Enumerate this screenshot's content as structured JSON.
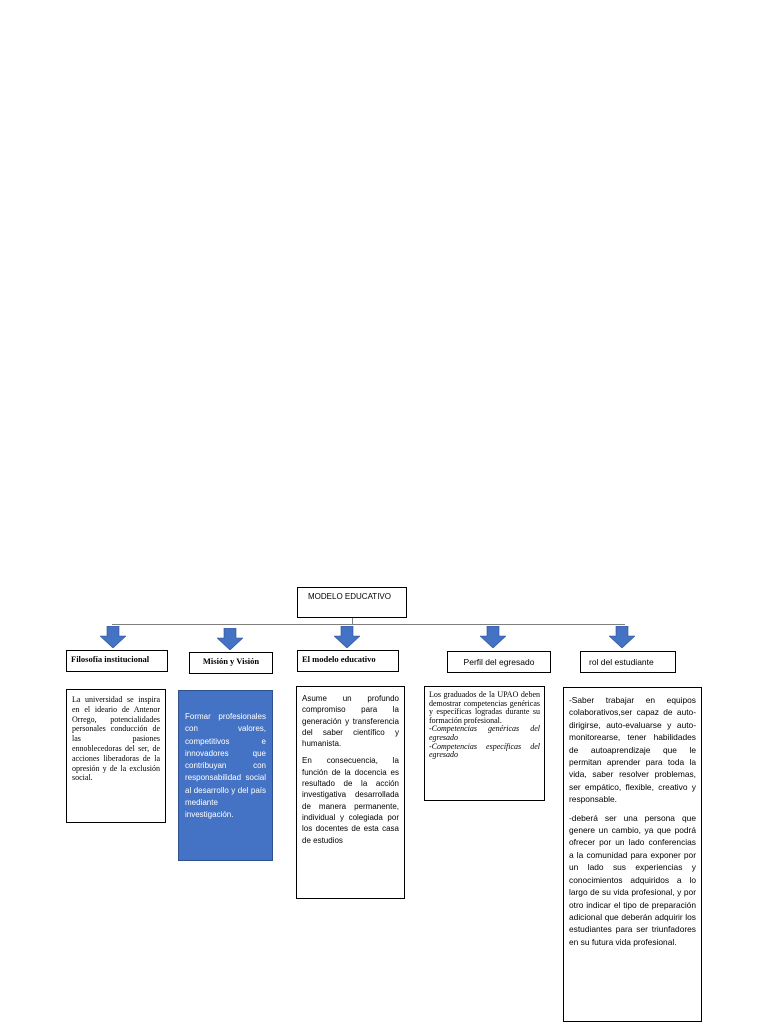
{
  "title": "MODELO EDUCATIVO",
  "columns": [
    {
      "heading": "Filosofía institucional",
      "paragraphs": [
        "La universidad se inspira en el ideario de Antenor Orrego, potencialidades personales conducción de las pasiones ennoblecedoras del ser, de acciones liberadoras de la opresión y de la exclusión social."
      ]
    },
    {
      "heading": "Misión y Visión",
      "paragraphs": [
        "Formar profesionales con valores, competitivos e innovadores que contribuyan con responsabilidad social al desarrollo y del país mediante investigación."
      ]
    },
    {
      "heading": "El modelo educativo",
      "paragraphs": [
        "Asume un profundo compromiso para la generación y transferencia del saber científico y humanista.",
        "En consecuencia, la función de la docencia es resultado de la acción investigativa desarrollada de manera permanente, individual y colegiada por los docentes de esta casa de estudios"
      ]
    },
    {
      "heading": "Perfil del egresado",
      "paragraphs": [
        "Los graduados de la UPAO deben demostrar competencias genéricas y específicas logradas durante su formación profesional."
      ],
      "items": [
        "-Competencias genéricas del egresado",
        "-Competencias específicas del egresado"
      ]
    },
    {
      "heading": "rol del estudiante",
      "paragraphs": [
        "-Saber trabajar en equipos colaborativos,ser capaz de auto-dirigirse, auto-evaluarse y auto-monitorearse, tener habilidades de autoaprendizaje que le permitan aprender para toda la vida, saber resolver problemas, ser empático, flexible, creativo y responsable.",
        "-deberá ser una persona que genere un cambio, ya que podrá ofrecer por un lado conferencias a la comunidad para exponer por un lado sus experiencias y conocimientos adquiridos a lo largo de su vida profesional, y por otro indicar el tipo de preparación adicional que deberán adquirir los estudiantes para ser triunfadores en su futura vida profesional."
      ]
    }
  ],
  "colors": {
    "arrow": "#4472c4",
    "mission_box": "#4472c4",
    "connector": "#7f7f7f"
  }
}
